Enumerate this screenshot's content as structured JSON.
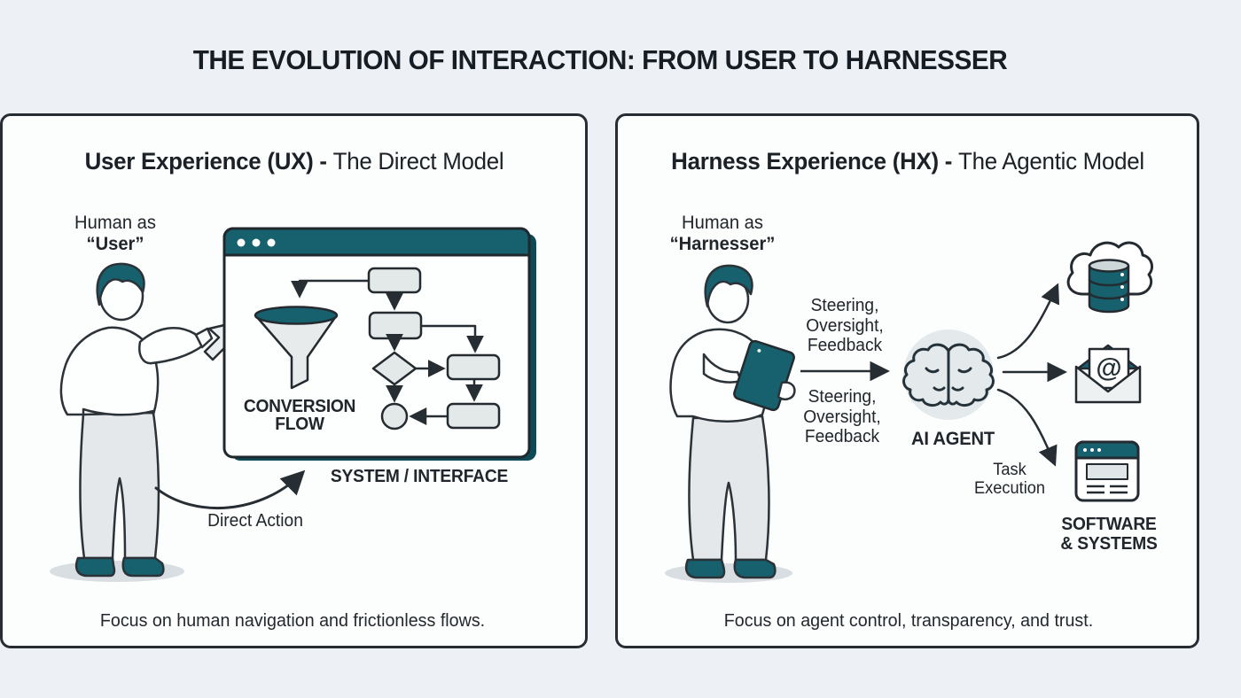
{
  "title": "THE EVOLUTION OF INTERACTION: FROM USER TO HARNESSER",
  "colors": {
    "background": "#edf1f5",
    "panel_background": "#fcfdfd",
    "outline": "#262d33",
    "teal": "#17606d",
    "shape_fill": "#e4e8ea",
    "text": "#20262c"
  },
  "ux_panel": {
    "heading_bold": "User Experience (UX) - ",
    "heading_regular": "The Direct Model",
    "human_line1": "Human as",
    "human_line2": "“User”",
    "funnel_label_line1": "CONVERSION",
    "funnel_label_line2": "FLOW",
    "system_label": "SYSTEM / INTERFACE",
    "action_label": "Direct Action",
    "focus_text": "Focus on human navigation and frictionless flows."
  },
  "hx_panel": {
    "heading_bold": "Harness Experience (HX) - ",
    "heading_regular": "The Agentic Model",
    "human_line1": "Human as",
    "human_line2": "“Harnesser”",
    "steering_top": [
      "Steering,",
      "Oversight,",
      "Feedback"
    ],
    "steering_bottom": [
      "Steering,",
      "Oversight,",
      "Feedback"
    ],
    "agent_label": "AI AGENT",
    "task_line1": "Task",
    "task_line2": "Execution",
    "software_line1": "SOFTWARE",
    "software_line2": "& SYSTEMS",
    "focus_text": "Focus on agent control, transparency, and trust."
  },
  "icons": {
    "email_at": "@"
  }
}
